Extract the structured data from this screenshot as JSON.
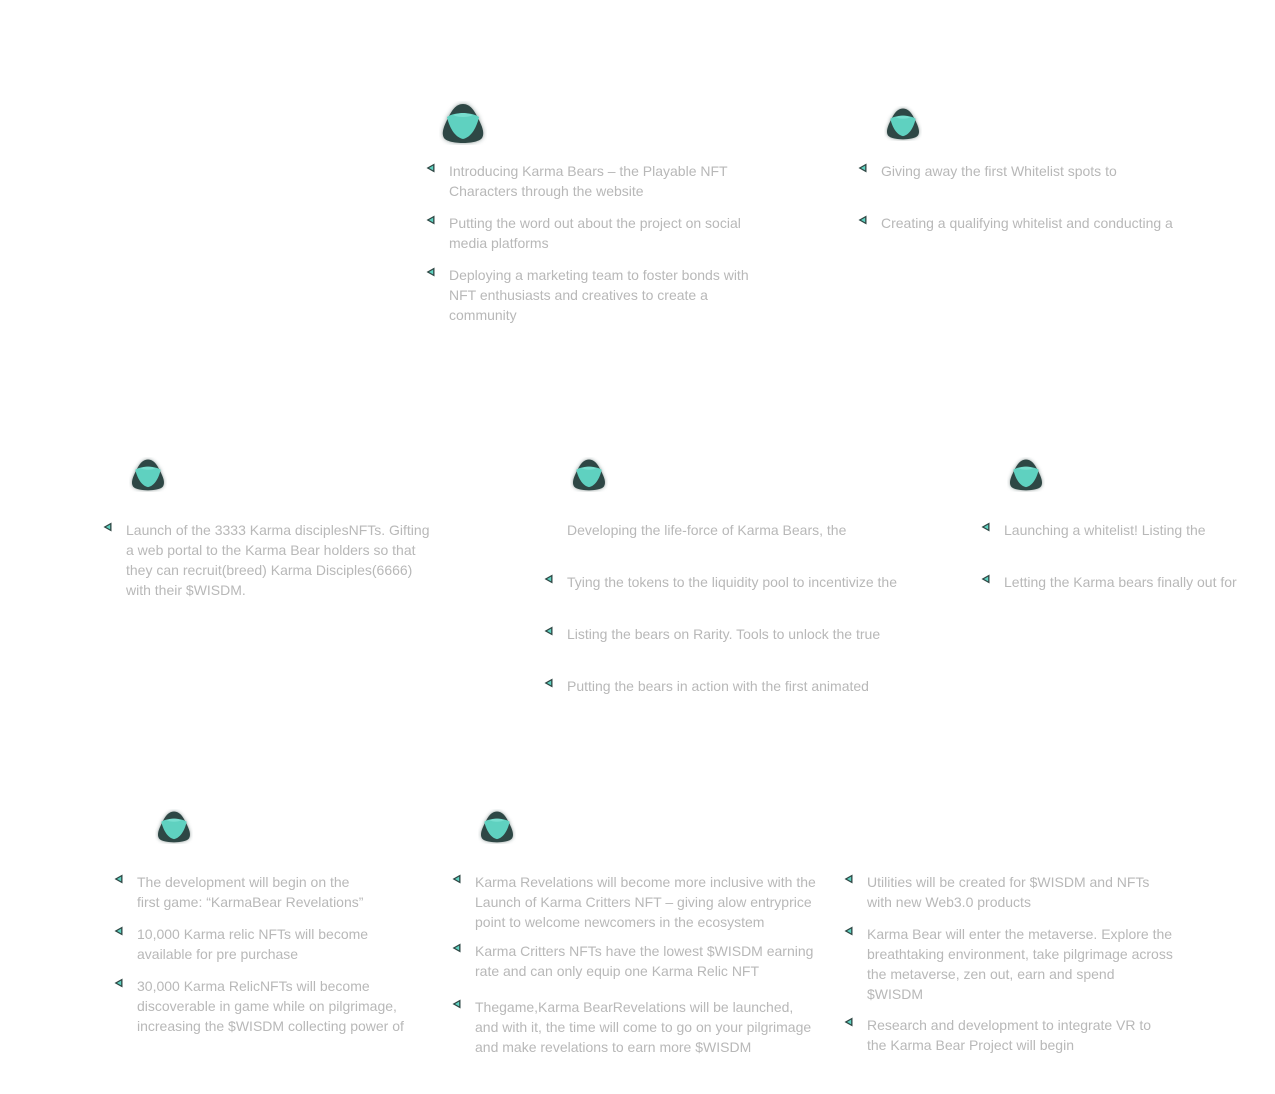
{
  "colors": {
    "accent": "#5ed1c0",
    "icon_dark": "#2f4744",
    "text": "#b8b8b8",
    "background": "#ffffff"
  },
  "phases": [
    {
      "icon": "triangle-emblem-icon",
      "items": [
        "Introducing Karma Bears – the Playable NFT Characters through the website",
        "Putting the word out about the project on social media platforms",
        "Deploying a marketing team to foster bonds with NFT enthusiasts and creatives to create a community"
      ]
    },
    {
      "icon": "triangle-emblem-icon",
      "items": [
        "Giving away the first Whitelist spots to",
        "Creating a qualifying whitelist and conducting a"
      ]
    },
    {
      "icon": "triangle-emblem-icon",
      "items": [
        "Launch of the 3333 Karma disciplesNFTs. Gifting a web portal to the Karma Bear holders so that they can recruit(breed) Karma Disciples(6666) with their $WISDM."
      ]
    },
    {
      "icon": "triangle-emblem-icon",
      "items": [
        "Developing the life-force of Karma Bears, the",
        "Tying the tokens to the liquidity pool to incentivize the",
        "Listing the bears on Rarity. Tools to unlock the true",
        "Putting the bears in action with the first animated"
      ]
    },
    {
      "icon": "triangle-emblem-icon",
      "items": [
        "Launching a whitelist! Listing the",
        "Letting the Karma bears finally out for"
      ]
    },
    {
      "icon": "triangle-emblem-icon",
      "items": [
        "The development will begin on the first game: “KarmaBear Revelations”",
        "10,000 Karma relic NFTs will become available for pre purchase",
        "30,000 Karma RelicNFTs will become discoverable in game while on pilgrimage, increasing the $WISDM collecting power of"
      ]
    },
    {
      "icon": "triangle-emblem-icon",
      "items": [
        "Karma Revelations will become more inclusive with the Launch of Karma Critters NFT – giving alow entryprice point to welcome newcomers in the ecosystem",
        "Karma Critters NFTs have the lowest $WISDM earning rate and can only equip one Karma Relic NFT",
        "Thegame,Karma BearRevelations will be launched, and with it, the time will come to go on your pilgrimage and make revelations to earn more $WISDM"
      ]
    },
    {
      "icon": "",
      "items": [
        "Utilities will be created for $WISDM and NFTs with new Web3.0 products",
        "Karma Bear will enter the metaverse. Explore the breathtaking environment, take pilgrimage across the metaverse, zen out, earn and spend $WISDM",
        "Research and development to integrate VR to the Karma Bear Project will begin"
      ]
    }
  ]
}
